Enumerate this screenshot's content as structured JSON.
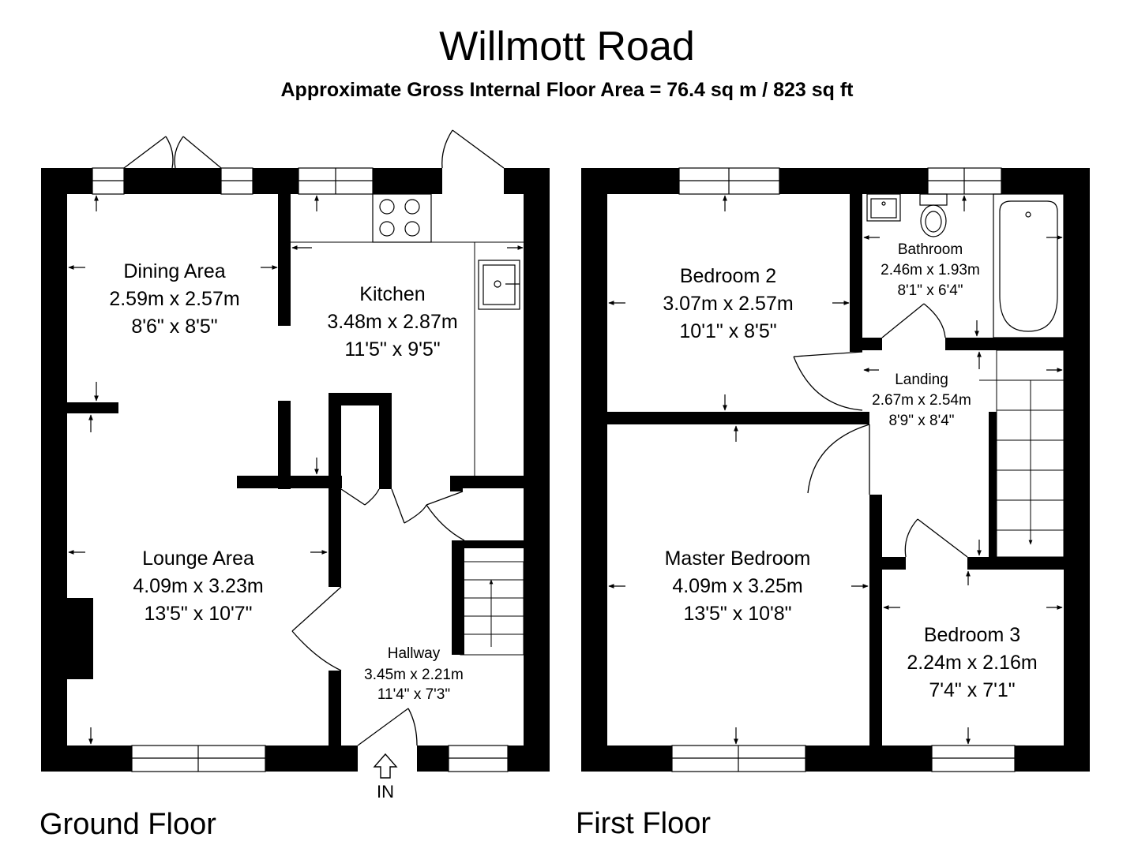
{
  "title": "Willmott Road",
  "subtitle": "Approximate Gross Internal Floor Area  = 76.4 sq m  / 823 sq ft",
  "floors": {
    "ground": "Ground Floor",
    "first": "First Floor"
  },
  "entrance_label": "IN",
  "rooms": {
    "dining": {
      "name": "Dining Area",
      "metric": "2.59m x 2.57m",
      "imperial": "8'6\" x 8'5\""
    },
    "kitchen": {
      "name": "Kitchen",
      "metric": "3.48m x 2.87m",
      "imperial": "11'5\" x 9'5\""
    },
    "lounge": {
      "name": "Lounge Area",
      "metric": "4.09m x 3.23m",
      "imperial": "13'5\" x 10'7\""
    },
    "hallway": {
      "name": "Hallway",
      "metric": "3.45m x 2.21m",
      "imperial": "11'4\" x 7'3\""
    },
    "bedroom2": {
      "name": "Bedroom 2",
      "metric": "3.07m x 2.57m",
      "imperial": "10'1\" x 8'5\""
    },
    "bathroom": {
      "name": "Bathroom",
      "metric": "2.46m x 1.93m",
      "imperial": "8'1\" x 6'4\""
    },
    "landing": {
      "name": "Landing",
      "metric": "2.67m x 2.54m",
      "imperial": "8'9\" x 8'4\""
    },
    "master": {
      "name": "Master Bedroom",
      "metric": "4.09m x 3.25m",
      "imperial": "13'5\" x 10'8\""
    },
    "bedroom3": {
      "name": "Bedroom 3",
      "metric": "2.24m x 2.16m",
      "imperial": "7'4\" x 7'1\""
    }
  }
}
